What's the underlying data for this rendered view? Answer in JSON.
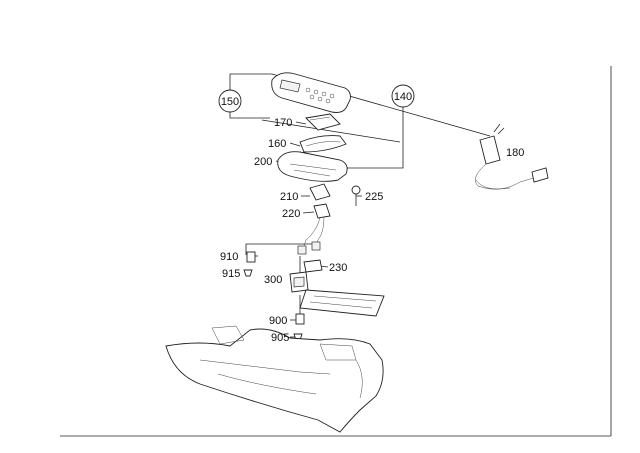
{
  "callouts": {
    "c150": "150",
    "c140": "140",
    "c170": "170",
    "c160": "160",
    "c200": "200",
    "c180": "180",
    "c210": "210",
    "c225": "225",
    "c220": "220",
    "c910": "910",
    "c915": "915",
    "c230": "230",
    "c300": "300",
    "c900": "900",
    "c905": "905"
  }
}
